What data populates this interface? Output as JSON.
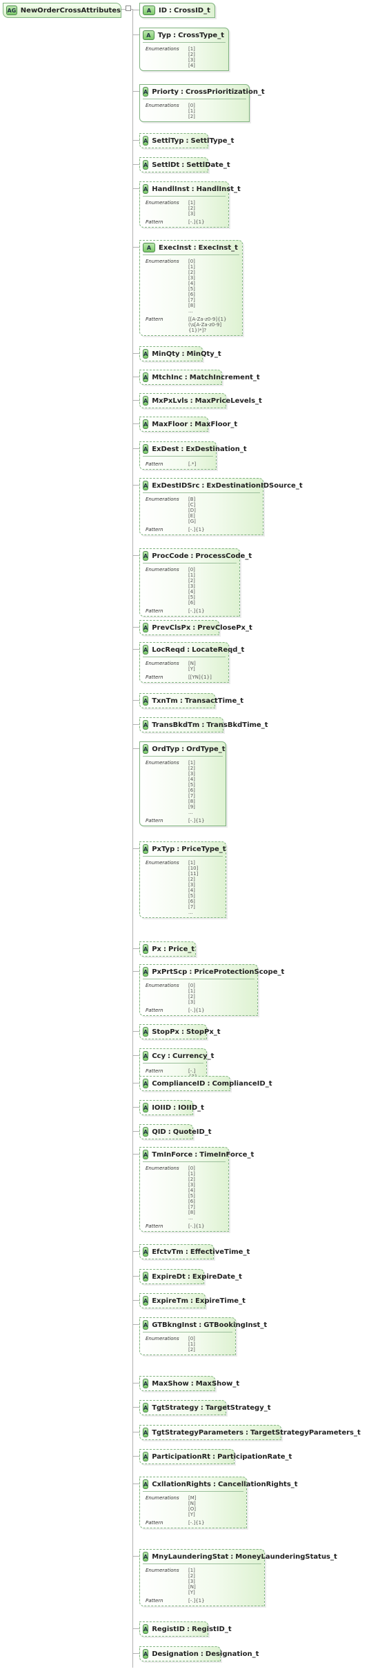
{
  "root": {
    "badge": "AG",
    "label": "NewOrderCrossAttributes"
  },
  "attr_badge": "A",
  "labels": {
    "enumerations": "Enumerations",
    "pattern": "Pattern"
  },
  "attributes": [
    {
      "name": "ID",
      "type": "CrossID_t",
      "optional": false
    },
    {
      "name": "Typ",
      "type": "CrossType_t",
      "optional": false,
      "enumerations": [
        "1",
        "2",
        "3",
        "4"
      ]
    },
    {
      "name": "Priorty",
      "type": "CrossPrioritization_t",
      "optional": false,
      "enumerations": [
        "0",
        "1",
        "2"
      ]
    },
    {
      "name": "SettlTyp",
      "type": "SettlType_t",
      "optional": true
    },
    {
      "name": "SettlDt",
      "type": "SettlDate_t",
      "optional": true
    },
    {
      "name": "HandlInst",
      "type": "HandlInst_t",
      "optional": true,
      "enumerations": [
        "1",
        "2",
        "3"
      ],
      "pattern": "[-.]{1}"
    },
    {
      "name": "ExecInst",
      "type": "ExecInst_t",
      "optional": true,
      "enumerations": [
        "0",
        "1",
        "2",
        "3",
        "4",
        "5",
        "6",
        "7",
        "8"
      ],
      "more": "...",
      "pattern": "[[A-Za-z0-9]{1}(\\s[A-Za-z0-9]{1})*]?"
    },
    {
      "name": "MinQty",
      "type": "MinQty_t",
      "optional": true
    },
    {
      "name": "MtchInc",
      "type": "MatchIncrement_t",
      "optional": true
    },
    {
      "name": "MxPxLvls",
      "type": "MaxPriceLevels_t",
      "optional": true
    },
    {
      "name": "MaxFloor",
      "type": "MaxFloor_t",
      "optional": true
    },
    {
      "name": "ExDest",
      "type": "ExDestination_t",
      "optional": true,
      "pattern": "[.*]"
    },
    {
      "name": "ExDestIDSrc",
      "type": "ExDestinationIDSource_t",
      "optional": true,
      "enumerations": [
        "B",
        "C",
        "D",
        "E",
        "G"
      ],
      "pattern": "[-.]{1}"
    },
    {
      "name": "ProcCode",
      "type": "ProcessCode_t",
      "optional": true,
      "enumerations": [
        "0",
        "1",
        "2",
        "3",
        "4",
        "5",
        "6"
      ],
      "pattern": "[-.]{1}"
    },
    {
      "name": "PrevClsPx",
      "type": "PrevClosePx_t",
      "optional": true
    },
    {
      "name": "LocReqd",
      "type": "LocateReqd_t",
      "optional": true,
      "enumerations": [
        "N",
        "Y"
      ],
      "pattern": "[[YN]{1}]"
    },
    {
      "name": "TxnTm",
      "type": "TransactTime_t",
      "optional": true
    },
    {
      "name": "TransBkdTm",
      "type": "TransBkdTime_t",
      "optional": true
    },
    {
      "name": "OrdTyp",
      "type": "OrdType_t",
      "optional": false,
      "enumerations": [
        "1",
        "2",
        "3",
        "4",
        "5",
        "6",
        "7",
        "8",
        "9"
      ],
      "more": "...",
      "pattern": "[-.]{1}"
    },
    {
      "name": "PxTyp",
      "type": "PriceType_t",
      "optional": true,
      "enumerations": [
        "1",
        "10",
        "11",
        "2",
        "3",
        "4",
        "5",
        "6",
        "7"
      ],
      "more": "..."
    },
    {
      "name": "Px",
      "type": "Price_t",
      "optional": true
    },
    {
      "name": "PxPrtScp",
      "type": "PriceProtectionScope_t",
      "optional": true,
      "enumerations": [
        "0",
        "1",
        "2",
        "3"
      ],
      "pattern": "[-.]{1}"
    },
    {
      "name": "StopPx",
      "type": "StopPx_t",
      "optional": true
    },
    {
      "name": "Ccy",
      "type": "Currency_t",
      "optional": true,
      "pattern": "[-.]{3}"
    },
    {
      "name": "ComplianceID",
      "type": "ComplianceID_t",
      "optional": true
    },
    {
      "name": "IOIID",
      "type": "IOIID_t",
      "optional": true
    },
    {
      "name": "QID",
      "type": "QuoteID_t",
      "optional": true
    },
    {
      "name": "TmInForce",
      "type": "TimeInForce_t",
      "optional": true,
      "enumerations": [
        "0",
        "1",
        "2",
        "3",
        "4",
        "5",
        "6",
        "7",
        "8"
      ],
      "more": "...",
      "pattern": "[-.]{1}"
    },
    {
      "name": "EfctvTm",
      "type": "EffectiveTime_t",
      "optional": true
    },
    {
      "name": "ExpireDt",
      "type": "ExpireDate_t",
      "optional": true
    },
    {
      "name": "ExpireTm",
      "type": "ExpireTime_t",
      "optional": true
    },
    {
      "name": "GTBkngInst",
      "type": "GTBookingInst_t",
      "optional": true,
      "enumerations": [
        "0",
        "1",
        "2"
      ]
    },
    {
      "name": "MaxShow",
      "type": "MaxShow_t",
      "optional": true
    },
    {
      "name": "TgtStrategy",
      "type": "TargetStrategy_t",
      "optional": true
    },
    {
      "name": "TgtStrategyParameters",
      "type": "TargetStrategyParameters_t",
      "optional": true
    },
    {
      "name": "ParticipationRt",
      "type": "ParticipationRate_t",
      "optional": true
    },
    {
      "name": "CxllationRights",
      "type": "CancellationRights_t",
      "optional": true,
      "enumerations": [
        "M",
        "N",
        "O",
        "Y"
      ],
      "pattern": "[-.]{1}"
    },
    {
      "name": "MnyLaunderingStat",
      "type": "MoneyLaunderingStatus_t",
      "optional": true,
      "enumerations": [
        "1",
        "2",
        "3",
        "N",
        "Y"
      ],
      "pattern": "[-.]{1}"
    },
    {
      "name": "RegistID",
      "type": "RegistID_t",
      "optional": true
    },
    {
      "name": "Designation",
      "type": "Designation_t",
      "optional": true
    }
  ]
}
